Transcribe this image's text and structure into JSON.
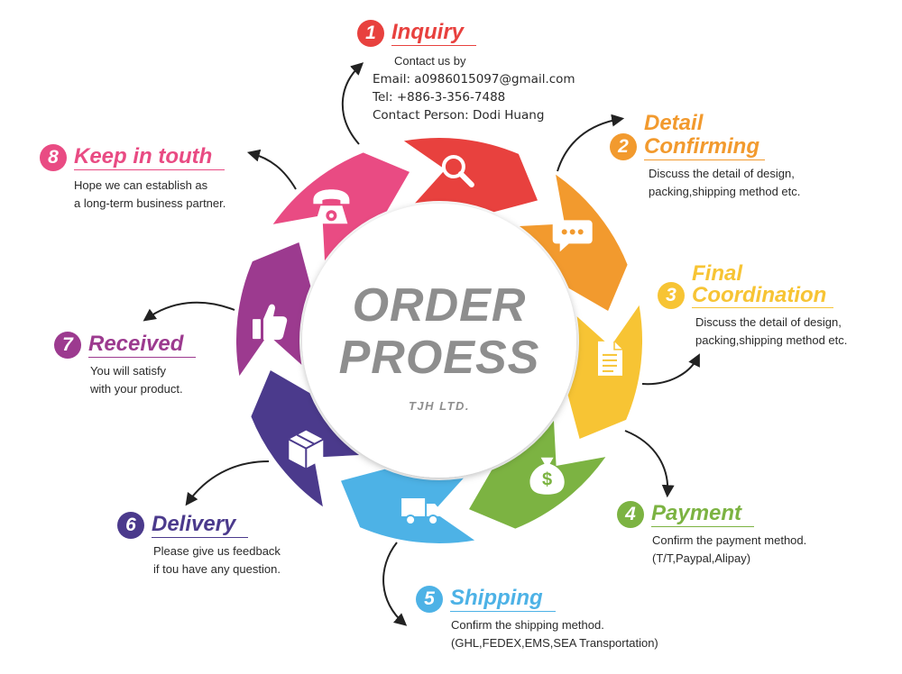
{
  "center": {
    "title_line1": "ORDER",
    "title_line2": "PROESS",
    "subtitle": "TJH LTD."
  },
  "steps": [
    {
      "number": "1",
      "title": "Inquiry",
      "color": "#e8413e",
      "lines": [
        "Contact us by",
        "Email: a0986015097@gmail.com",
        "Tel: +886-3-356-7488",
        "Contact Person: Dodi Huang"
      ],
      "icon": "search-icon"
    },
    {
      "number": "2",
      "title_lines": [
        "Detail",
        "Confirming"
      ],
      "color": "#f29a2e",
      "lines": [
        "Discuss the detail of design,",
        "packing,shipping method etc."
      ],
      "icon": "chat-bubble-icon"
    },
    {
      "number": "3",
      "title_lines": [
        "Final",
        "Coordination"
      ],
      "color": "#f7c434",
      "lines": [
        "Discuss the detail of design,",
        "packing,shipping method etc."
      ],
      "icon": "document-icon"
    },
    {
      "number": "4",
      "title": "Payment",
      "color": "#7cb342",
      "lines": [
        "Confirm the payment method.",
        "(T/T,Paypal,Alipay)"
      ],
      "icon": "money-bag-icon"
    },
    {
      "number": "5",
      "title": "Shipping",
      "color": "#4db2e6",
      "lines": [
        "Confirm the shipping method.",
        "(GHL,FEDEX,EMS,SEA Transportation)"
      ],
      "icon": "truck-icon"
    },
    {
      "number": "6",
      "title": "Delivery",
      "color": "#4b3a8c",
      "lines": [
        "Please give us feedback",
        "if tou have any question."
      ],
      "icon": "box-icon"
    },
    {
      "number": "7",
      "title": "Received",
      "color": "#9c3a8f",
      "lines": [
        "You will satisfy",
        "with your product."
      ],
      "icon": "thumbs-up-icon"
    },
    {
      "number": "8",
      "title": "Keep in touth",
      "color": "#e94b83",
      "lines": [
        "Hope we can establish as",
        "a long-term business partner."
      ],
      "icon": "telephone-icon"
    }
  ]
}
